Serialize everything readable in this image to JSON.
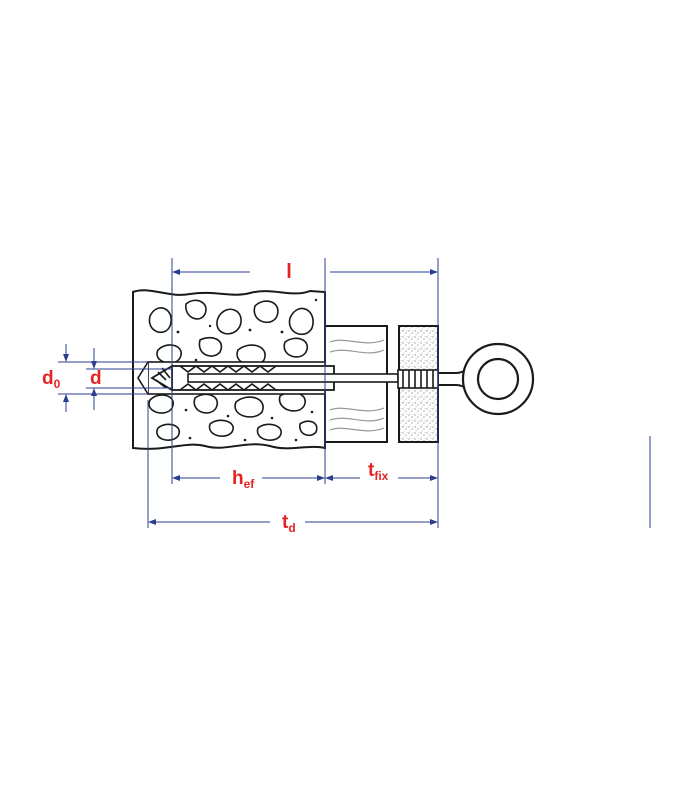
{
  "labels": {
    "l": "l",
    "d0_main": "d",
    "d0_sub": "0",
    "d": "d",
    "hef_main": "h",
    "hef_sub": "ef",
    "tfix_main": "t",
    "tfix_sub": "fix",
    "td_main": "t",
    "td_sub": "d"
  },
  "colors": {
    "dimension_line": "#2c3f8f",
    "label": "#e52421",
    "outline": "#1a1a1a",
    "texture": "#b9b9b9"
  }
}
